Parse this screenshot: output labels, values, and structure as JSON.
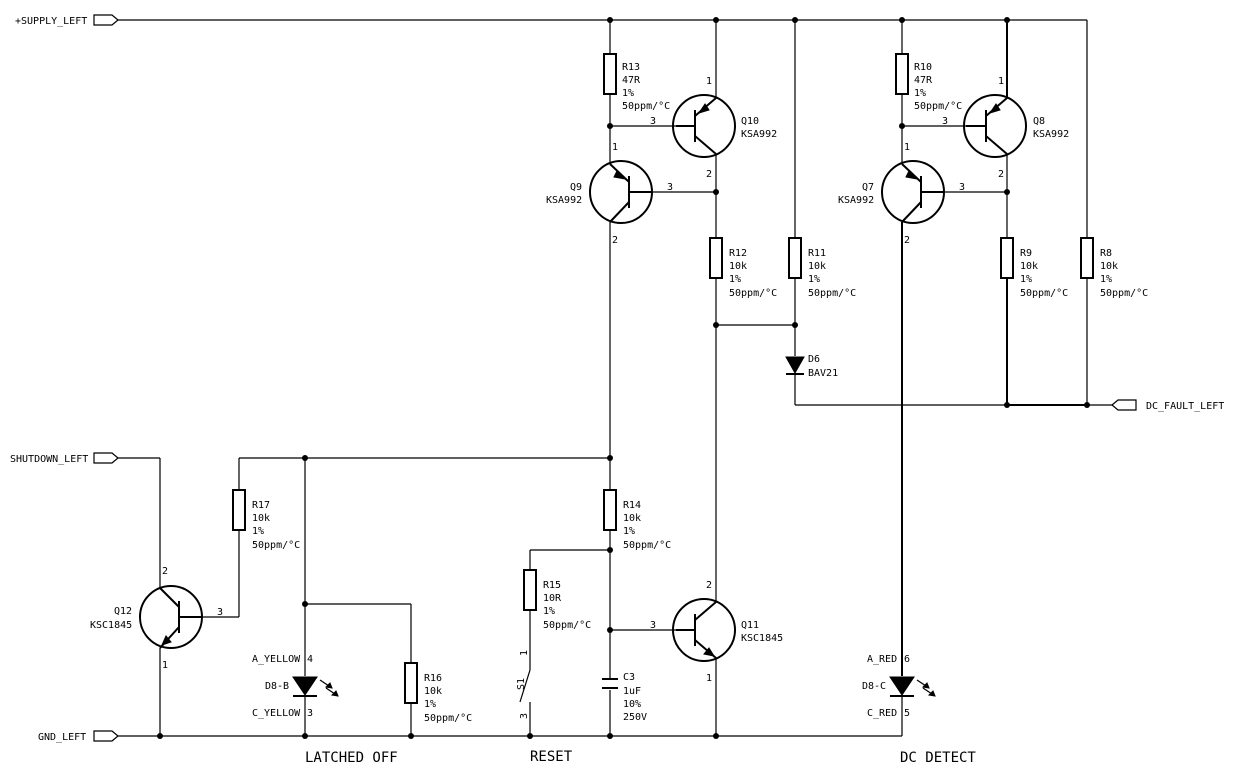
{
  "ports": {
    "supply": "+SUPPLY_LEFT",
    "shutdown": "SHUTDOWN_LEFT",
    "gnd": "GND_LEFT",
    "dc_fault": "DC_FAULT_LEFT"
  },
  "sections": {
    "latched_off": "LATCHED OFF",
    "reset": "RESET",
    "dc_detect": "DC DETECT"
  },
  "components": {
    "R13": {
      "ref": "R13",
      "value": "47R",
      "tol": "1%",
      "tc": "50ppm/°C"
    },
    "R10": {
      "ref": "R10",
      "value": "47R",
      "tol": "1%",
      "tc": "50ppm/°C"
    },
    "R12": {
      "ref": "R12",
      "value": "10k",
      "tol": "1%",
      "tc": "50ppm/°C"
    },
    "R11": {
      "ref": "R11",
      "value": "10k",
      "tol": "1%",
      "tc": "50ppm/°C"
    },
    "R9": {
      "ref": "R9",
      "value": "10k",
      "tol": "1%",
      "tc": "50ppm/°C"
    },
    "R8": {
      "ref": "R8",
      "value": "10k",
      "tol": "1%",
      "tc": "50ppm/°C"
    },
    "R17": {
      "ref": "R17",
      "value": "10k",
      "tol": "1%",
      "tc": "50ppm/°C"
    },
    "R14": {
      "ref": "R14",
      "value": "10k",
      "tol": "1%",
      "tc": "50ppm/°C"
    },
    "R15": {
      "ref": "R15",
      "value": "10R",
      "tol": "1%",
      "tc": "50ppm/°C"
    },
    "R16": {
      "ref": "R16",
      "value": "10k",
      "tol": "1%",
      "tc": "50ppm/°C"
    },
    "C3": {
      "ref": "C3",
      "value": "1uF",
      "tol": "10%",
      "volt": "250V"
    },
    "D6": {
      "ref": "D6",
      "value": "BAV21"
    },
    "Q10": {
      "ref": "Q10",
      "value": "KSA992"
    },
    "Q9": {
      "ref": "Q9",
      "value": "KSA992"
    },
    "Q8": {
      "ref": "Q8",
      "value": "KSA992"
    },
    "Q7": {
      "ref": "Q7",
      "value": "KSA992"
    },
    "Q11": {
      "ref": "Q11",
      "value": "KSC1845"
    },
    "Q12": {
      "ref": "Q12",
      "value": "KSC1845"
    },
    "D8B": {
      "ref": "D8-B",
      "anode": "A_YELLOW",
      "cathode": "C_YELLOW",
      "pin_a": "4",
      "pin_c": "3"
    },
    "D8C": {
      "ref": "D8-C",
      "anode": "A_RED",
      "cathode": "C_RED",
      "pin_a": "6",
      "pin_c": "5"
    },
    "S1": {
      "ref": "S1",
      "pin1": "1",
      "pin3": "3"
    }
  },
  "pins": {
    "p1": "1",
    "p2": "2",
    "p3": "3"
  }
}
